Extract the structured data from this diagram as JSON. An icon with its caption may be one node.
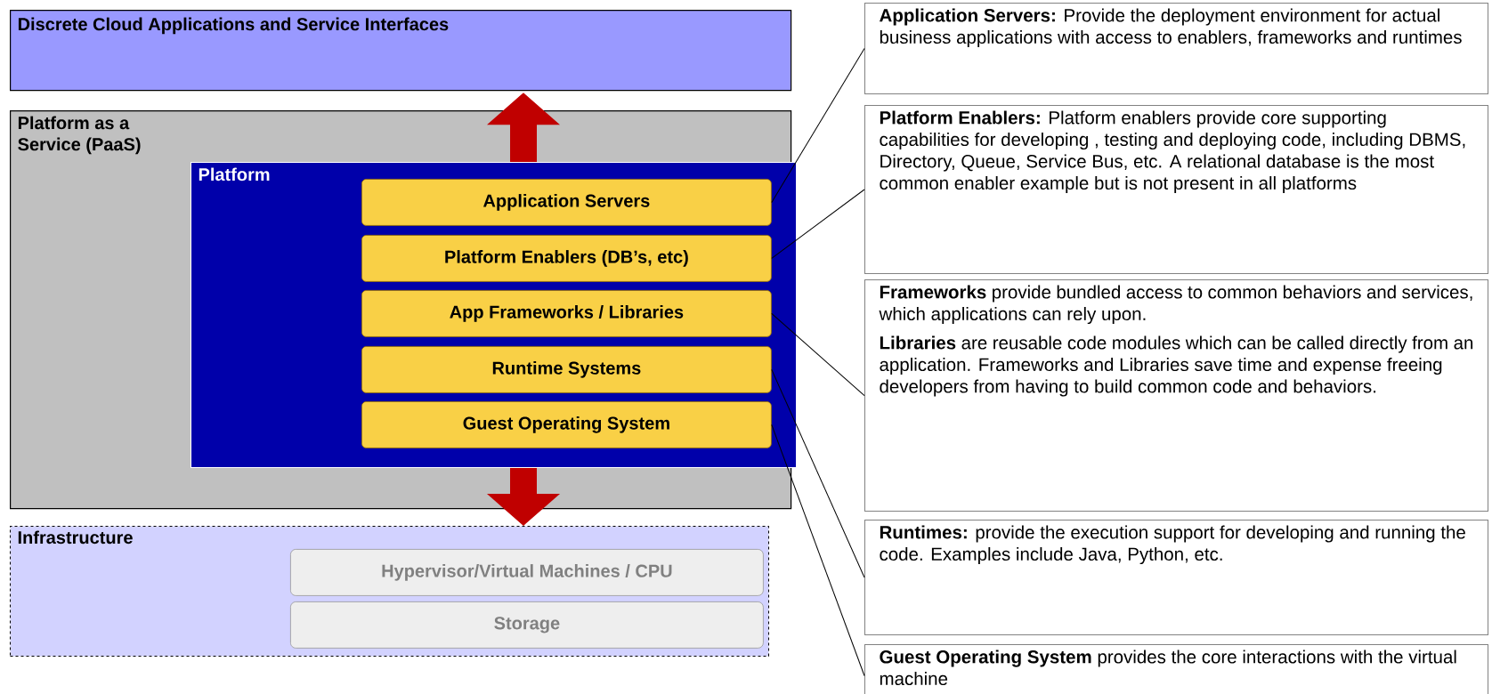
{
  "diagram": {
    "nodes": [
      {
        "text": [
          "Discrete Cloud Applications and Service Interfaces"
        ]
      },
      {
        "text": [
          "Platform as a Service (PaaS)"
        ]
      },
      {
        "text": [
          "Platform"
        ],
        "in": 1
      },
      {
        "text": [
          "Application Servers"
        ],
        "in": 2
      },
      {
        "text": [
          "Platform Enablers (DB’s, etc)"
        ],
        "in": 2
      },
      {
        "text": [
          "App Frameworks / Libraries"
        ],
        "in": 2
      },
      {
        "text": [
          "Runtime Systems"
        ],
        "in": 2
      },
      {
        "text": [
          "Guest Operating System"
        ],
        "in": 2
      },
      {
        "text": [
          "Infrastructure"
        ]
      },
      {
        "text": [
          "Hypervisor/Virtual Machines / CPU"
        ],
        "in": 8
      },
      {
        "text": [
          "Storage"
        ],
        "in": 8
      },
      {
        "text": [
          "**Application Servers:** Provide the deployment environment for actual business applications with access to enablers, frameworks and runtimes"
        ]
      },
      {
        "text": [
          "**Platform Enablers:** Platform enablers provide core supporting capabilities for developing , testing and deploying code, including DBMS, Directory, Queue, Service Bus, etc. A relational database is the most common enabler example but is not present in all platforms"
        ]
      },
      {
        "text": [
          "**Frameworks** provide bundled access to common behaviors and services, which applications can rely upon.",
          "**Libraries** are reusable code modules which can be called directly from an application. Frameworks and Libraries save time and expense freeing developers from having to build common code and behaviors."
        ]
      },
      {
        "text": [
          "**Runtimes:** provide the execution support for developing and running the code. Examples include Java, Python, etc."
        ]
      },
      {
        "text": [
          "**Guest Operating System** provides the core interactions with the virtual machine"
        ]
      }
    ],
    "edges": [
      {
        "from": 2,
        "to": 0,
        "arrow": "to",
        "style": "thick",
        "color": "#c00000"
      },
      {
        "from": 2,
        "to": 8,
        "arrow": "to",
        "style": "thick",
        "color": "#c00000"
      },
      {
        "from": 11,
        "to": 3,
        "arrow": "none"
      },
      {
        "from": 12,
        "to": 4,
        "arrow": "none"
      },
      {
        "from": 13,
        "to": 5,
        "arrow": "none"
      },
      {
        "from": 14,
        "to": 6,
        "arrow": "none"
      },
      {
        "from": 15,
        "to": 7,
        "arrow": "none"
      }
    ]
  }
}
